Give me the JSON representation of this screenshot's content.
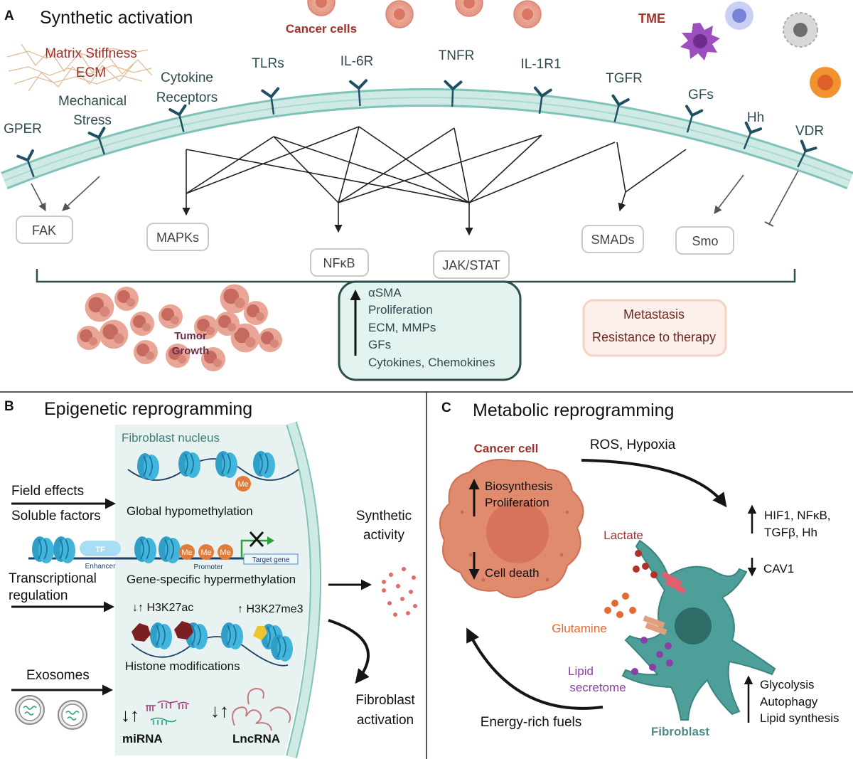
{
  "panels": {
    "a": {
      "letter": "A",
      "title": "Synthetic activation",
      "cancer_cells": "Cancer cells",
      "tme": "TME",
      "ecm_stiffness": "Matrix Stiffness",
      "ecm": "ECM",
      "receptors": {
        "gper": "GPER",
        "mech1": "Mechanical",
        "mech2": "Stress",
        "cyt1": "Cytokine",
        "cyt2": "Receptors",
        "tlrs": "TLRs",
        "il6r": "IL-6R",
        "tnfr": "TNFR",
        "il1r1": "IL-1R1",
        "tgfr": "TGFR",
        "gfs": "GFs",
        "hh": "Hh",
        "vdr": "VDR"
      },
      "signals": {
        "fak": "FAK",
        "mapks": "MAPKs",
        "nfkb": "NFκB",
        "jakstat": "JAK/STAT",
        "smads": "SMADs",
        "smo": "Smo"
      },
      "tumor1": "Tumor",
      "tumor2": "Growth",
      "outputs": [
        "αSMA",
        "Proliferation",
        "ECM, MMPs",
        "GFs",
        "Cytokines, Chemokines"
      ],
      "metastasis": "Metastasis",
      "resistance": "Resistance to therapy"
    },
    "b": {
      "letter": "B",
      "title": "Epigenetic reprogramming",
      "nucleus": "Fibroblast nucleus",
      "field_effects": "Field effects",
      "soluble_factors": "Soluble factors",
      "global_hypo": "Global hypomethylation",
      "me": "Me",
      "tf": "TF",
      "enhancer": "Enhancer",
      "promoter": "Promoter",
      "target_gene": "Target gene",
      "gene_specific": "Gene-specific hypermethylation",
      "transcriptional1": "Transcriptional",
      "transcriptional2": "regulation",
      "h3k27ac": "H3K27ac",
      "h3k27me3": "H3K27me3",
      "histone_mod": "Histone modifications",
      "exosomes": "Exosomes",
      "mirna": "miRNA",
      "lncrna": "LncRNA",
      "synthetic1": "Synthetic",
      "synthetic2": "activity",
      "fibro_act1": "Fibroblast",
      "fibro_act2": "activation"
    },
    "c": {
      "letter": "C",
      "title": "Metabolic reprogramming",
      "cancer_cell": "Cancer cell",
      "biosynthesis": "Biosynthesis",
      "proliferation": "Proliferation",
      "cell_death": "Cell death",
      "ros": "ROS, Hypoxia",
      "hif1": "HIF1, NFκB,",
      "tgfb": "TGFβ, Hh",
      "cav1": "CAV1",
      "lactate": "Lactate",
      "glutamine": "Glutamine",
      "lipid1": "Lipid",
      "lipid2": "secretome",
      "energy": "Energy-rich fuels",
      "fibroblast": "Fibroblast",
      "glycolysis": "Glycolysis",
      "autophagy": "Autophagy",
      "lipid_synthesis": "Lipid synthesis"
    }
  },
  "colors": {
    "membrane": "#cfe9e5",
    "membrane_edge": "#7fc3b9",
    "receptor": "#1f4f63",
    "label_dark": "#2f4a4f",
    "label_red": "#a2302b",
    "box_fill": "#e3f3ef",
    "box_border": "#2c4f4d",
    "pink_box": "#fdf0ea",
    "nucleosome": "#2f9fc9",
    "methyl": "#e07b39",
    "fibroblast": "#4e9e9a",
    "cancer": "#e08a6e"
  },
  "icons": [
    "receptor-icon",
    "cancer-cell-icon",
    "immune-cell-icon",
    "nucleosome-icon",
    "methyl-icon",
    "exosome-icon",
    "fibroblast-icon",
    "tumor-icon"
  ]
}
